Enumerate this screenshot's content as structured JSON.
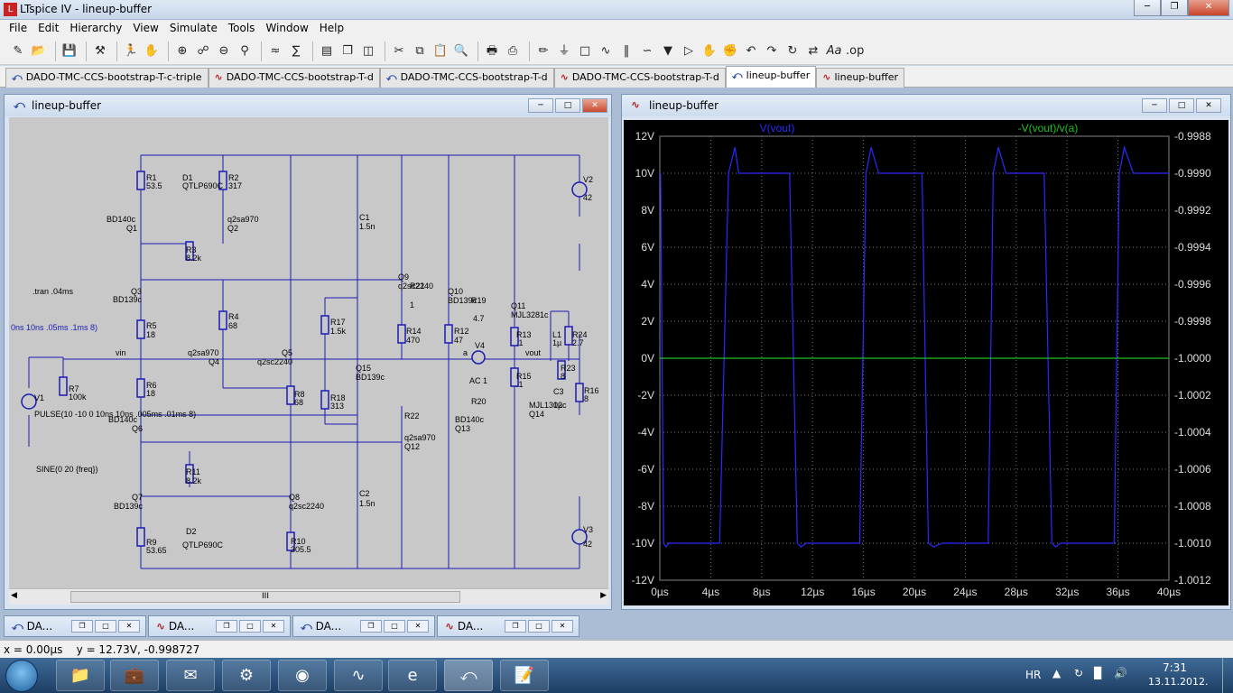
{
  "app": {
    "title": "LTspice IV - lineup-buffer",
    "logo": "LTspice-logo-icon"
  },
  "menu": [
    "File",
    "Edit",
    "Hierarchy",
    "View",
    "Simulate",
    "Tools",
    "Window",
    "Help"
  ],
  "tabs": [
    {
      "icon": "schematic-icon",
      "label": "DADO-TMC-CCS-bootstrap-T-c-triple"
    },
    {
      "icon": "waveform-icon",
      "label": "DADO-TMC-CCS-bootstrap-T-d"
    },
    {
      "icon": "schematic-icon",
      "label": "DADO-TMC-CCS-bootstrap-T-d"
    },
    {
      "icon": "waveform-icon",
      "label": "DADO-TMC-CCS-bootstrap-T-d"
    },
    {
      "icon": "schematic-icon",
      "label": "lineup-buffer"
    },
    {
      "icon": "waveform-icon",
      "label": "lineup-buffer"
    }
  ],
  "schematic": {
    "title": "lineup-buffer",
    "scroll_label": "III",
    "labels": [
      "R1",
      "53.5",
      "D1",
      "QTLP690C",
      "R2",
      "317",
      "BD140c",
      "Q1",
      "q2sa970",
      "Q2",
      "R3",
      "8.2k",
      "C1",
      "1.5n",
      "V2",
      "42",
      ".tran .04ms",
      "Q3",
      "BD139c",
      "Q9",
      "q2sc2240",
      "R21",
      "1",
      "Q10",
      "BD139c",
      "R19",
      "4.7",
      "Q11",
      "MJL3281c",
      "0ns 10ns .05ms .1ms 8)",
      "R5",
      "18",
      "R4",
      "68",
      "R17",
      "1.5k",
      "R14",
      "470",
      "R12",
      "47",
      "R13",
      ".1",
      "L1",
      "1µ",
      "R24",
      "2.7",
      "q2sa970",
      "Q4",
      "Q5",
      "q2sc2240",
      "V4",
      "a",
      "vout",
      "vin",
      "R23",
      "8",
      "R7",
      "100k",
      "R6",
      "18",
      "Q15",
      "BD139c",
      "R15",
      ".1",
      "C3",
      "1µ",
      "R16",
      "8",
      "V1",
      "PULSE(10 -10 0 10ns 10ns .005ms .01ms 8)",
      "R18",
      "313",
      "R8",
      "68",
      "AC 1",
      "R20",
      "MJL1302c",
      "Q14",
      "BD140c",
      "Q6",
      "R22",
      "BD140c",
      "Q13",
      "q2sa970",
      "Q12",
      "SINE(0 20 {freq})",
      "R11",
      "8.2k",
      "Q7",
      "BD139c",
      "Q8",
      "q2sc2240",
      "C2",
      "1.5n",
      "R9",
      "53.65",
      "D2",
      "QTLP690C",
      "R10",
      "305.5",
      "V3",
      "42"
    ]
  },
  "plot": {
    "title": "lineup-buffer"
  },
  "chart_data": {
    "type": "line",
    "title": "",
    "series": [
      {
        "name": "V(vout)",
        "color": "#2a2aff",
        "x": [
          0,
          0.06,
          0.3,
          0.5,
          0.7,
          1.2,
          2.2,
          3.2,
          4.2,
          4.7,
          5.4,
          5.9,
          6.2,
          6.6,
          7.2,
          8.2,
          9.2,
          10.2,
          10.8,
          11.1,
          11.5,
          12.2,
          13.2,
          14.2,
          15.2,
          15.7,
          16.2,
          16.6,
          17.2,
          18.2,
          19.2,
          20.2,
          20.6,
          21.1,
          21.5,
          22.2,
          23.2,
          24.2,
          25.2,
          25.8,
          26.2,
          26.6,
          27.2,
          28.2,
          29.2,
          30.2,
          30.8,
          31.1,
          31.5,
          32.2,
          33.2,
          34.2,
          35.2,
          35.7,
          36.1,
          36.5,
          37.2,
          38.2,
          39.2,
          40
        ],
        "y": [
          10,
          10,
          -10,
          -10.2,
          -10,
          -10,
          -10,
          -10,
          -10,
          -10,
          10,
          11.4,
          10,
          10,
          10,
          10,
          10,
          10,
          -10,
          -10.2,
          -10,
          -10,
          -10,
          -10,
          -10,
          -10,
          10,
          11.4,
          10,
          10,
          10,
          10,
          10,
          -10,
          -10.2,
          -10,
          -10,
          -10,
          -10,
          -10,
          10,
          11.4,
          10,
          10,
          10,
          10,
          -10,
          -10.2,
          -10,
          -10,
          -10,
          -10,
          -10,
          -10,
          10,
          11.4,
          10,
          10,
          10,
          10
        ]
      },
      {
        "name": "-V(vout)/v(a)",
        "color": "#21c121",
        "axis": "right",
        "x": [
          0,
          40
        ],
        "y": [
          -1.0,
          -1.0
        ]
      }
    ],
    "xlabel": "",
    "ylabel": "",
    "xlim": [
      0,
      40
    ],
    "ylim": [
      -12,
      12
    ],
    "y2lim": [
      -1.0012,
      -0.9988
    ],
    "xticks": [
      "0µs",
      "4µs",
      "8µs",
      "12µs",
      "16µs",
      "20µs",
      "24µs",
      "28µs",
      "32µs",
      "36µs",
      "40µs"
    ],
    "yticks": [
      "12V",
      "10V",
      "8V",
      "6V",
      "4V",
      "2V",
      "0V",
      "-2V",
      "-4V",
      "-6V",
      "-8V",
      "-10V",
      "-12V"
    ],
    "y2ticks": [
      "-0.9988",
      "-0.9990",
      "-0.9992",
      "-0.9994",
      "-0.9996",
      "-0.9998",
      "-1.0000",
      "-1.0002",
      "-1.0004",
      "-1.0006",
      "-1.0008",
      "-1.0010",
      "-1.0012"
    ],
    "grid": true,
    "legend": "top"
  },
  "minimized": [
    {
      "icon": "schematic-icon",
      "label": "DA..."
    },
    {
      "icon": "waveform-icon",
      "label": "DA..."
    },
    {
      "icon": "schematic-icon",
      "label": "DA..."
    },
    {
      "icon": "waveform-icon",
      "label": "DA..."
    }
  ],
  "status": "x = 0.00µs    y = 12.73V, -0.998727",
  "tray": {
    "lang": "HR",
    "time": "7:31",
    "date": "13.11.2012."
  }
}
